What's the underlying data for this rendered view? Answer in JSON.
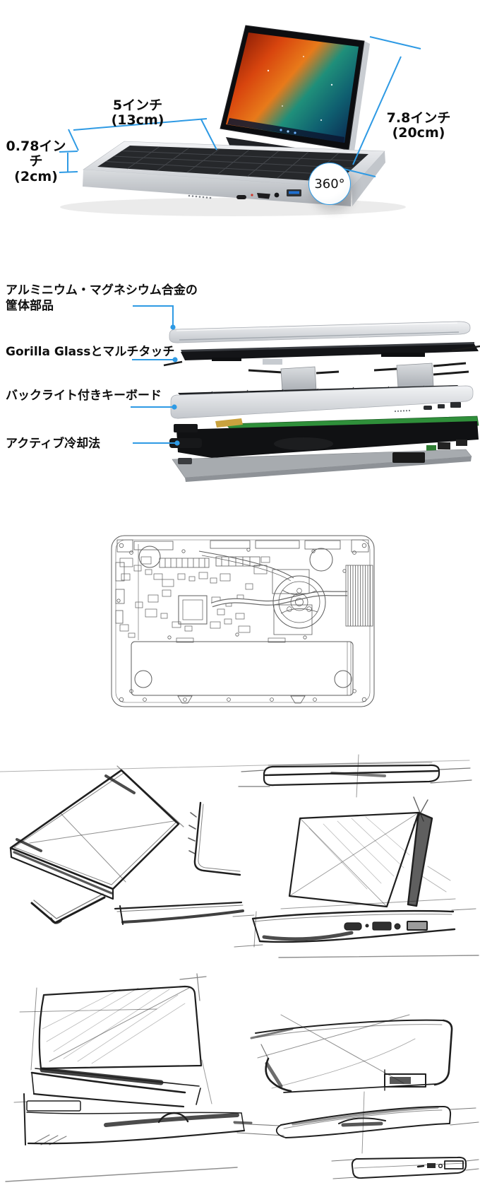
{
  "colors": {
    "accent_blue": "#2e9ae4",
    "text": "#111111",
    "background": "#ffffff"
  },
  "hero_section": {
    "width_dimension": {
      "line1": "5インチ",
      "line2": "(13cm)"
    },
    "thickness_dimension": {
      "line1": "0.78インチ",
      "line2": "(2cm)"
    },
    "screen_dimension": {
      "line1": "7.8インチ",
      "line2": "(20cm)"
    },
    "rotation_badge_label": "360°"
  },
  "exploded_section": {
    "labels": [
      {
        "line1": "アルミニウム・マグネシウム合金の",
        "line2": "筐体部品"
      },
      {
        "line1": "Gorilla Glassとマルチタッチ",
        "line2": ""
      },
      {
        "line1": "バックライト付きキーボード",
        "line2": ""
      },
      {
        "line1": "アクティブ冷却法",
        "line2": ""
      }
    ]
  }
}
